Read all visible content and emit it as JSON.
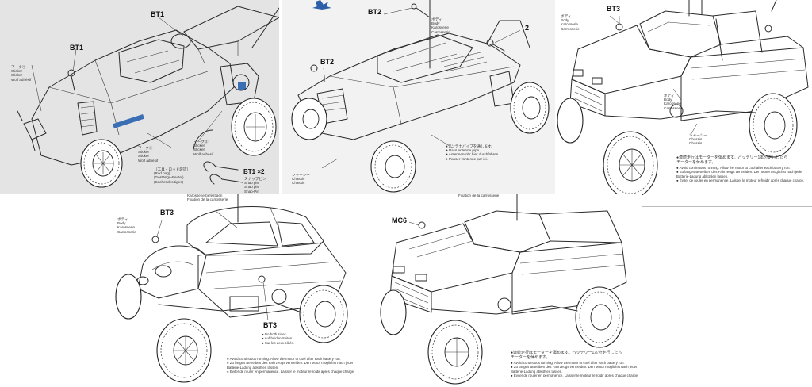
{
  "panels": [
    {
      "id": "buggy-1",
      "labels": {
        "bt1_top": "BT1",
        "bt1_left": "BT1",
        "bt1_x2": "BT1 ×2",
        "sticker_left": "マーク①\nSticker\nSticker\nWolf adhésif",
        "sticker_mid": "マーク②\nSticker\nSticker\nWolf adhésif",
        "sticker_bottom": "マーク③\nSticker\nSticker\nWolf adhésif",
        "tool_bag": "〔工具・ロッド袋詰〕\n(Rod bag)\n(Gestänge-Beutel)\n(Sachet des tiges)",
        "snap_pin": "スナップピン\nSnap pin\nSnap pin\nSnap-Pin"
      },
      "colors": {
        "accent": "#3b6fb5"
      }
    },
    {
      "id": "buggy-2",
      "labels": {
        "bt2_top": "BT2",
        "bt2_mid": "BT2",
        "num_2": "2",
        "body": "ボディ\nBody\nKarosserie\nCarrosserie",
        "chassis": "シャーシー\nChassis\nChassis",
        "antenna": "●アンテナパイプを通します。\n● Pass antenna pipe.\n● Antennenrohr hier durchführen.\n● Passer l'antenne par ici."
      }
    },
    {
      "id": "pickup-1",
      "labels": {
        "bt3": "BT3",
        "body": "ボディ\nBody\nKarosserie\nCarrosserie",
        "chassis": "シャーシー\nChassis\nChassis",
        "jp_warning": "●連続走行はモーターを傷めます。バッテリー1本分走行したら\nモーターを休めます。",
        "warning": "● Avoid continuous running. Allow the motor to cool after each battery run.\n● Zu langes Betreiben des Fahrzeugs vermeiden. Den Motor möglichst nach jeder Batterie-Ladung abkühlen lassen.\n● Éviter de rouler en permanence. Laisser le moteur refroidir après chaque charge."
      }
    },
    {
      "id": "beetle",
      "labels": {
        "top_caption": "Karosserie befestigen\nFixation de la carrosserie",
        "body": "ボディ\nBody\nKarosserie\nCarrosserie",
        "bt3_top": "BT3",
        "bt3_bottom": "BT3",
        "both_sides": "● Do both sides.\n● Auf beiden Seiten.\n● Sur les deux côtés.",
        "warning": "● Avoid continuous running. Allow the motor to cool after each battery run.\n● Zu langes Betreiben des Fahrzeugs vermeiden. Den Motor möglichst nach jeder Batterie-Ladung abkühlen lassen.\n● Éviter de rouler en permanence. Laisser le moteur refroidir après chaque charge."
      }
    },
    {
      "id": "pickup-2",
      "labels": {
        "top_caption": "Fixation de la carrosserie",
        "mc6": "MC6",
        "jp_warning": "●連続走行はモーターを傷めます。バッテリー1本分走行したら\nモーターを休めます。",
        "warning": "● Avoid continuous running. Allow the motor to cool after each battery run.\n● Zu langes Betreiben des Fahrzeugs vermeiden. Den Motor möglichst nach jeder Batterie-Ladung abkühlen lassen.\n● Éviter de rouler en permanence. Laisser le moteur refroidir après chaque charge."
      }
    }
  ]
}
